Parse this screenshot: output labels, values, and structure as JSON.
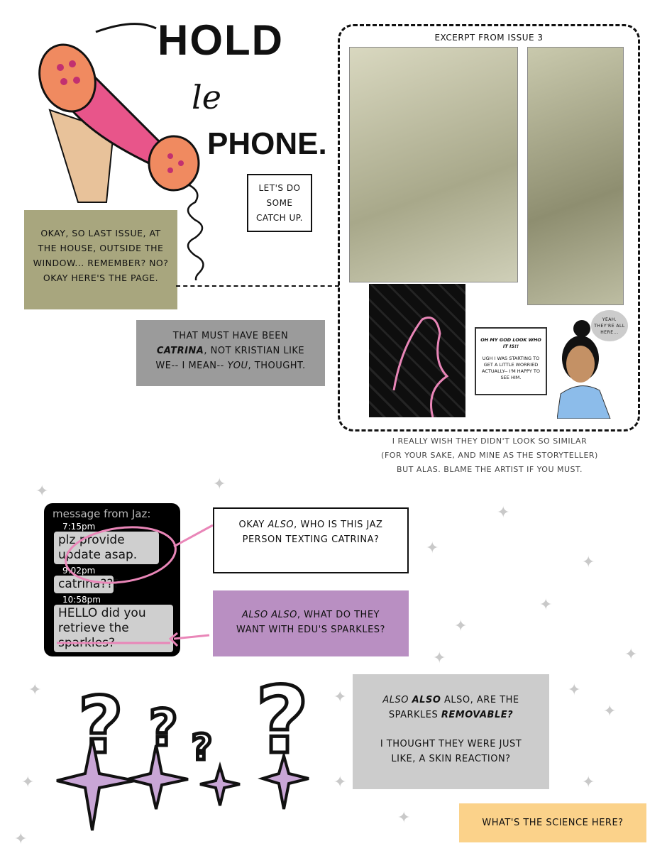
{
  "title": {
    "line1": "HOLD",
    "line2": "le",
    "line3": "PHONE."
  },
  "catch_up_box": "LET'S DO SOME CATCH UP.",
  "recap_box": "OKAY, SO LAST ISSUE, AT THE HOUSE, OUTSIDE THE WINDOW... REMEMBER? NO? OKAY HERE'S THE PAGE.",
  "catrina_box": {
    "pre": "THAT MUST HAVE BEEN",
    "name": "CATRINA",
    "mid": ", NOT KRISTIAN LIKE WE-- I MEAN--",
    "you": "YOU",
    "post": ", THOUGHT."
  },
  "excerpt": {
    "heading": "EXCERPT FROM ISSUE 3",
    "speech_caption_title": "OH MY GOD LOOK WHO IT IS!!",
    "speech_caption_body": "UGH I WAS STARTING TO GET A LITTLE WORRIED ACTUALLY-- I'M HAPPY TO SEE HIM.",
    "phone_bubble": "YEAH. THEY'RE ALL HERE..."
  },
  "excerpt_note": [
    "I REALLY WISH THEY DIDN'T LOOK SO SIMILAR",
    "(FOR YOUR SAKE, AND MINE AS THE STORYTELLER)",
    "BUT ALAS. BLAME THE ARTIST IF YOU MUST."
  ],
  "phone_messages": {
    "header": "message from Jaz:",
    "messages": [
      {
        "time": "7:15pm",
        "text": "plz provide update asap."
      },
      {
        "time": "9:02pm",
        "text": "catrina???"
      },
      {
        "time": "10:58pm",
        "text": "HELLO did you retrieve the sparkles?"
      }
    ]
  },
  "jaz_box": {
    "pre": "OKAY",
    "em": "ALSO",
    "post": ", WHO IS THIS JAZ PERSON TEXTING CATRINA?"
  },
  "sparkles_box": {
    "em": "ALSO ALSO",
    "post": ", WHAT DO THEY WANT WITH EDU'S SPARKLES?"
  },
  "removable_box": {
    "a": "ALSO",
    "b": "ALSO",
    "c": "ALSO, ARE THE SPARKLES",
    "d": "REMOVABLE?",
    "p2": "I THOUGHT THEY WERE JUST LIKE, A SKIN REACTION?"
  },
  "science_box": "WHAT'S THE SCIENCE HERE?",
  "colors": {
    "olive": "#a8a67e",
    "gray": "#9b9b9b",
    "purple": "#b98fc2",
    "light_gray": "#cccccc",
    "yellow": "#fbd28a",
    "pink": "#e986b8"
  }
}
